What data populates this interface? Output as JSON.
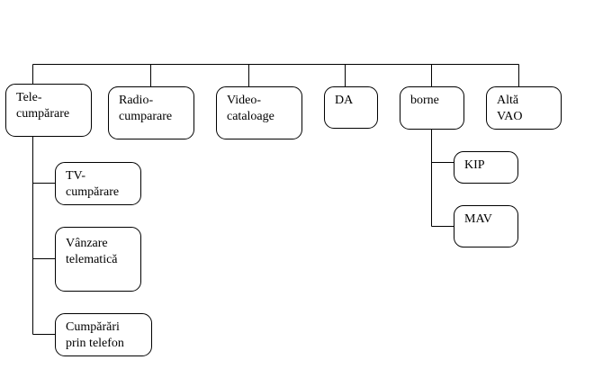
{
  "diagram": {
    "nodes": {
      "telecumparare": "Tele-\ncumpărare",
      "radiocumparare": "Radio-\ncumparare",
      "videocataloage": "Video-\ncataloage",
      "da": "DA",
      "borne": "borne",
      "alta_vao": "Altă\nVAO",
      "tv_cumparare": "TV-\ncumpărare",
      "vanzare_telematica": "Vânzare\ntelematică",
      "cumparari_telefon": "Cumpărări\nprin telefon",
      "kip": "KIP",
      "mav": "MAV"
    },
    "colors": {
      "line": "#000000",
      "box_border": "#000000",
      "background": "#ffffff"
    }
  }
}
